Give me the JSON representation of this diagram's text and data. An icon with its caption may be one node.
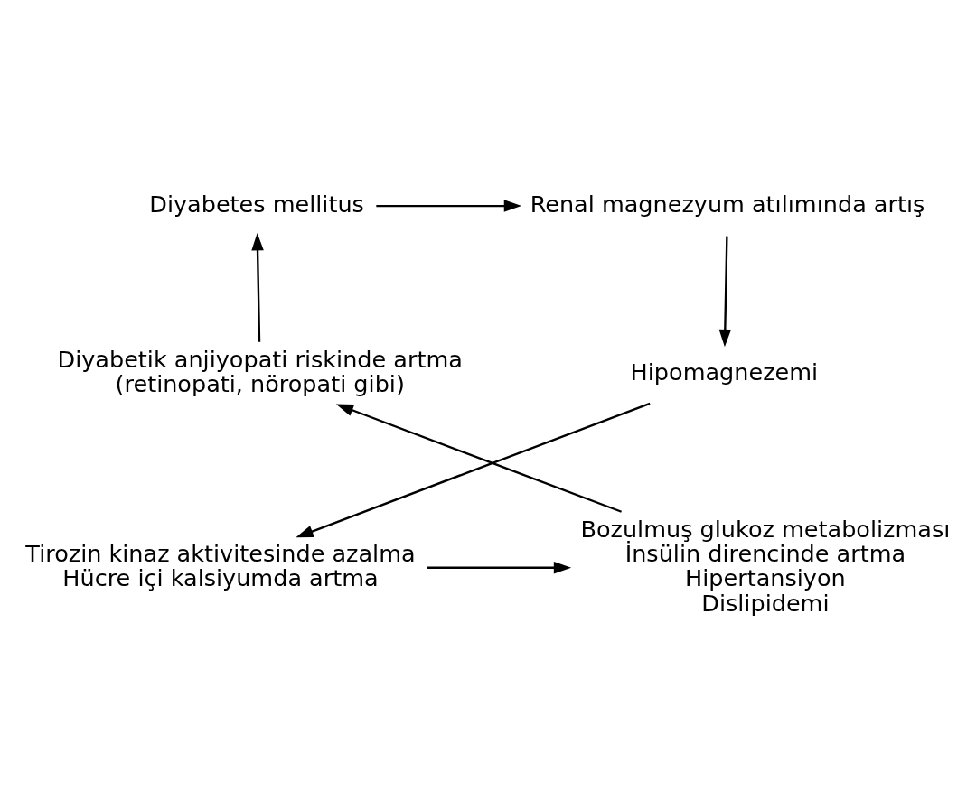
{
  "diagram": {
    "nodes": [
      {
        "text": [
          "Diyabetes mellitus"
        ]
      },
      {
        "text": [
          "Renal magnezyum atılımında artış"
        ]
      },
      {
        "text": [
          "Hipomagnezemi"
        ]
      },
      {
        "text": [
          "Tirozin kinaz aktivitesinde azalma",
          "Hücre içi kalsiyumda artma"
        ]
      },
      {
        "text": [
          "Bozulmuş glukoz metabolizması",
          "İnsülin direncinde artma",
          "Hipertansiyon",
          "Dislipidemi"
        ]
      },
      {
        "text": [
          "Diyabetik anjiyopati riskinde artma",
          "(retinopati, nöropati gibi)"
        ]
      }
    ],
    "edges": [
      {
        "from": 0,
        "to": 1,
        "arrow": "to"
      },
      {
        "from": 1,
        "to": 2,
        "arrow": "to"
      },
      {
        "from": 2,
        "to": 3,
        "arrow": "to"
      },
      {
        "from": 3,
        "to": 4,
        "arrow": "to"
      },
      {
        "from": 4,
        "to": 5,
        "arrow": "to"
      },
      {
        "from": 5,
        "to": 0,
        "arrow": "to"
      }
    ]
  }
}
